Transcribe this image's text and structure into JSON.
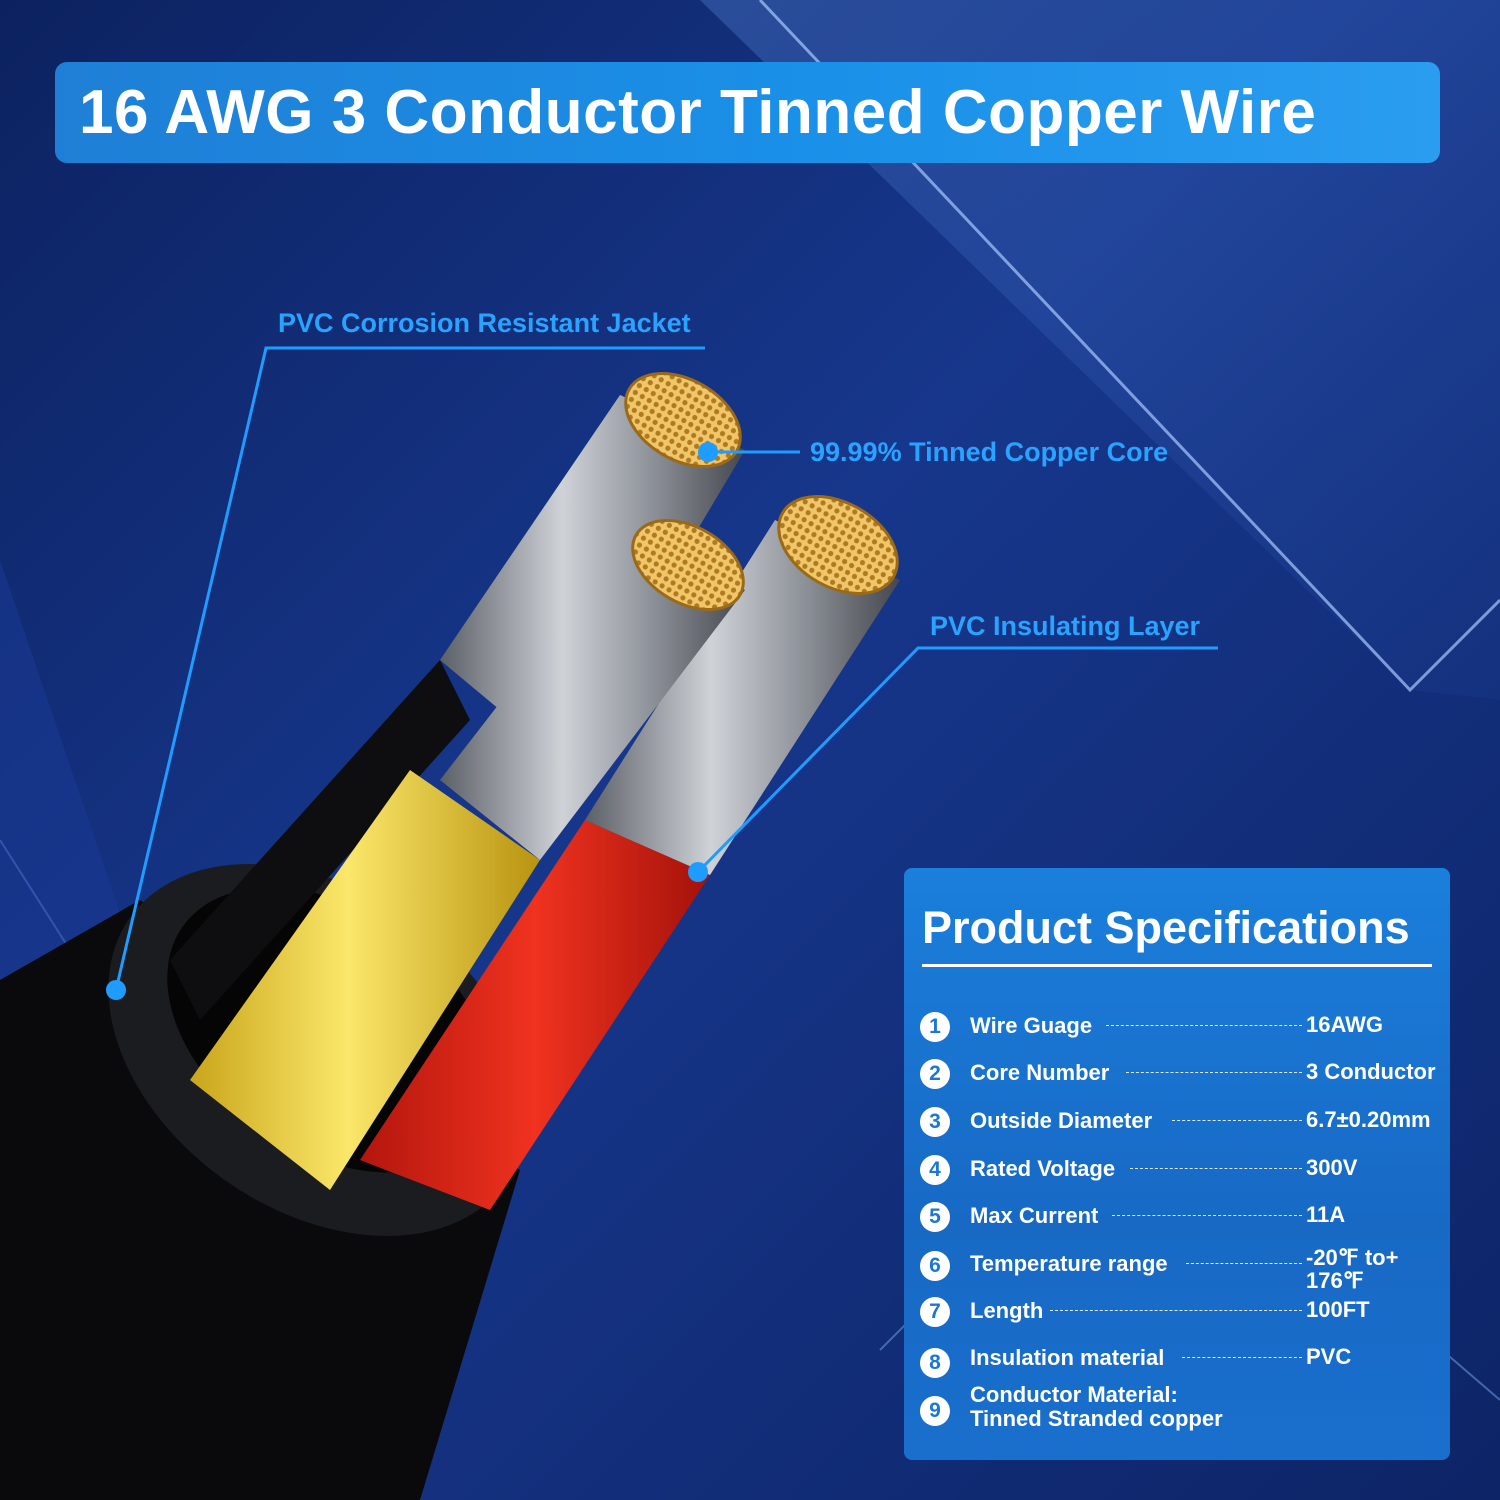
{
  "title": "16 AWG 3 Conductor Tinned Copper Wire",
  "callouts": {
    "jacket": "PVC Corrosion Resistant Jacket",
    "core": "99.99% Tinned Copper Core",
    "insulation": "PVC Insulating Layer"
  },
  "specs": {
    "heading": "Product Specifications",
    "items": [
      {
        "num": "1",
        "label": "Wire Guage",
        "value": "16AWG"
      },
      {
        "num": "2",
        "label": "Core Number",
        "value": "3 Conductor"
      },
      {
        "num": "3",
        "label": "Outside Diameter",
        "value": "6.7±0.20mm"
      },
      {
        "num": "4",
        "label": "Rated Voltage",
        "value": "300V"
      },
      {
        "num": "5",
        "label": "Max Current",
        "value": "11A"
      },
      {
        "num": "6",
        "label": "Temperature range",
        "value": "-20℉ to+ 176℉"
      },
      {
        "num": "7",
        "label": "Length",
        "value": "100FT"
      },
      {
        "num": "8",
        "label": "Insulation material",
        "value": "PVC"
      },
      {
        "num": "9",
        "label": "Conductor Material:",
        "value": "Tinned Stranded copper"
      }
    ]
  },
  "colors": {
    "background": "#0f2a6e",
    "accent": "#1a90e8",
    "callout_text": "#2aa3ff",
    "jacket": "#111111",
    "yellow_insulation": "#f2d23a",
    "red_insulation": "#e8251a"
  }
}
